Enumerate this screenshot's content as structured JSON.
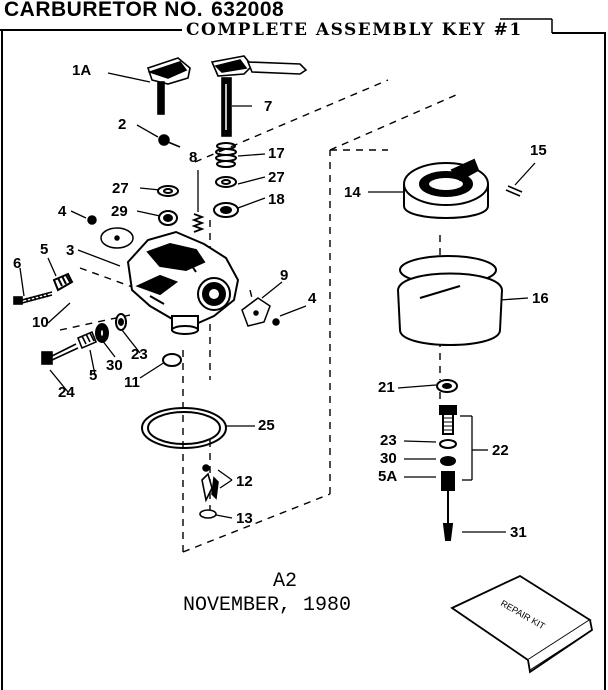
{
  "header": {
    "title_prefix": "CARBURETOR NO.",
    "title_number": "632008",
    "subtitle": "COMPLETE ASSEMBLY KEY #1"
  },
  "footer": {
    "code": "A2",
    "date": "NOVEMBER, 1980"
  },
  "callouts": {
    "c1A": "1A",
    "c7": "7",
    "c2": "2",
    "c8": "8",
    "c17": "17",
    "c27a": "27",
    "c27b": "27",
    "c18": "18",
    "c4a": "4",
    "c29": "29",
    "c5a": "5",
    "c3": "3",
    "c6": "6",
    "c10": "10",
    "c9": "9",
    "c4b": "4",
    "c30a": "30",
    "c23a": "23",
    "c5b": "5",
    "c24": "24",
    "c11": "11",
    "c25": "25",
    "c12": "12",
    "c13": "13",
    "c14": "14",
    "c15": "15",
    "c16": "16",
    "c21": "21",
    "c23b": "23",
    "c30b": "30",
    "c5A": "5A",
    "c22": "22",
    "c31": "31"
  },
  "repair_kit_label": "REPAIR KIT"
}
